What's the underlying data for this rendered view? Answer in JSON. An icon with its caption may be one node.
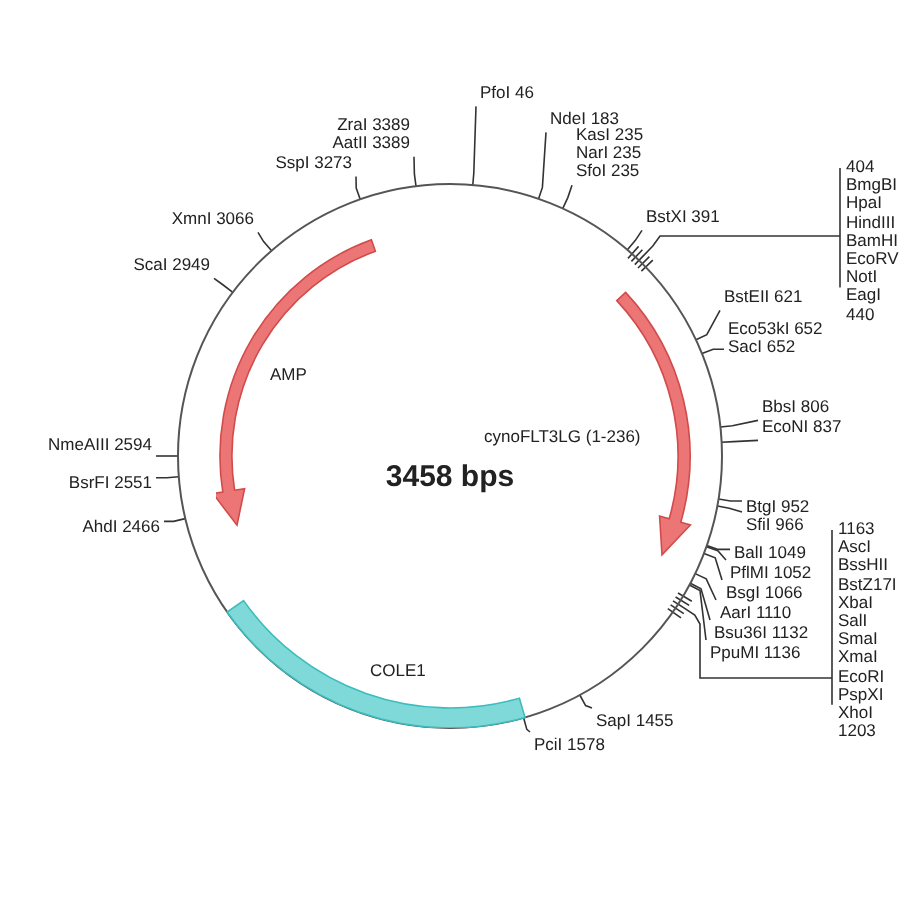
{
  "diagram": {
    "nodes": [
      {
        "text": [],
        "shape": "circle"
      },
      {
        "text": [
          "PfoI 46"
        ]
      },
      {
        "text": [
          "NdeI 183"
        ]
      },
      {
        "text": [
          "KasI 235",
          "NarI 235",
          "SfoI 235"
        ]
      },
      {
        "text": [
          "BstXI 391"
        ]
      },
      {
        "text": [
          "404",
          "BmgBI",
          "HpaI",
          "HindIII",
          "BamHI",
          "EcoRV",
          "NotI",
          "EagI",
          "440"
        ]
      },
      {
        "text": [
          "BstEII 621"
        ]
      },
      {
        "text": [
          "Eco53kI 652",
          "SacI 652"
        ]
      },
      {
        "text": [
          "BbsI 806"
        ]
      },
      {
        "text": [
          "EcoNI 837"
        ]
      },
      {
        "text": [
          "BtgI 952"
        ]
      },
      {
        "text": [
          "SfiI 966"
        ]
      },
      {
        "text": [
          "BalI 1049"
        ]
      },
      {
        "text": [
          "PflMI 1052"
        ]
      },
      {
        "text": [
          "BsgI 1066"
        ]
      },
      {
        "text": [
          "AarI 1110"
        ]
      },
      {
        "text": [
          "Bsu36I 1132"
        ]
      },
      {
        "text": [
          "PpuMI 1136"
        ]
      },
      {
        "text": [
          "1163",
          "AscI",
          "BssHII",
          "BstZ17I",
          "XbaI",
          "SalI",
          "SmaI",
          "XmaI",
          "EcoRI",
          "PspXI",
          "XhoI",
          "1203"
        ]
      },
      {
        "text": [
          "SapI 1455"
        ]
      },
      {
        "text": [
          "PciI 1578"
        ]
      },
      {
        "text": [
          "AhdI 2466"
        ]
      },
      {
        "text": [
          "BsrFI 2551"
        ]
      },
      {
        "text": [
          "NmeAIII 2594"
        ]
      },
      {
        "text": [
          "ScaI 2949"
        ]
      },
      {
        "text": [
          "XmnI 3066"
        ]
      },
      {
        "text": [
          "SspI 3273"
        ]
      },
      {
        "text": [
          "ZraI 3389",
          "AatII 3389"
        ]
      },
      {
        "text": [
          "AMP"
        ],
        "in": 0
      },
      {
        "text": [
          "cynoFLT3LG (1-236)"
        ],
        "in": 0
      },
      {
        "text": [
          "COLE1"
        ],
        "in": 0
      }
    ],
    "edges": [
      {
        "from": 1,
        "to": 0,
        "arrow": "none"
      },
      {
        "from": 2,
        "to": 0,
        "arrow": "none"
      },
      {
        "from": 3,
        "to": 0,
        "arrow": "none"
      },
      {
        "from": 4,
        "to": 0,
        "arrow": "none"
      },
      {
        "from": 5,
        "to": 0,
        "arrow": "none"
      },
      {
        "from": 6,
        "to": 0,
        "arrow": "none"
      },
      {
        "from": 7,
        "to": 0,
        "arrow": "none"
      },
      {
        "from": 8,
        "to": 0,
        "arrow": "none"
      },
      {
        "from": 9,
        "to": 0,
        "arrow": "none"
      },
      {
        "from": 10,
        "to": 0,
        "arrow": "none"
      },
      {
        "from": 11,
        "to": 0,
        "arrow": "none"
      },
      {
        "from": 12,
        "to": 0,
        "arrow": "none"
      },
      {
        "from": 13,
        "to": 0,
        "arrow": "none"
      },
      {
        "from": 14,
        "to": 0,
        "arrow": "none"
      },
      {
        "from": 15,
        "to": 0,
        "arrow": "none"
      },
      {
        "from": 16,
        "to": 0,
        "arrow": "none"
      },
      {
        "from": 17,
        "to": 0,
        "arrow": "none"
      },
      {
        "from": 18,
        "to": 0,
        "arrow": "none"
      },
      {
        "from": 19,
        "to": 0,
        "arrow": "none"
      },
      {
        "from": 20,
        "to": 0,
        "arrow": "none"
      },
      {
        "from": 21,
        "to": 0,
        "arrow": "none"
      },
      {
        "from": 22,
        "to": 0,
        "arrow": "none"
      },
      {
        "from": 23,
        "to": 0,
        "arrow": "none"
      },
      {
        "from": 24,
        "to": 0,
        "arrow": "none"
      },
      {
        "from": 25,
        "to": 0,
        "arrow": "none"
      },
      {
        "from": 26,
        "to": 0,
        "arrow": "none"
      },
      {
        "from": 27,
        "to": 0,
        "arrow": "none"
      }
    ],
    "labels": [
      "3458 bps"
    ]
  }
}
